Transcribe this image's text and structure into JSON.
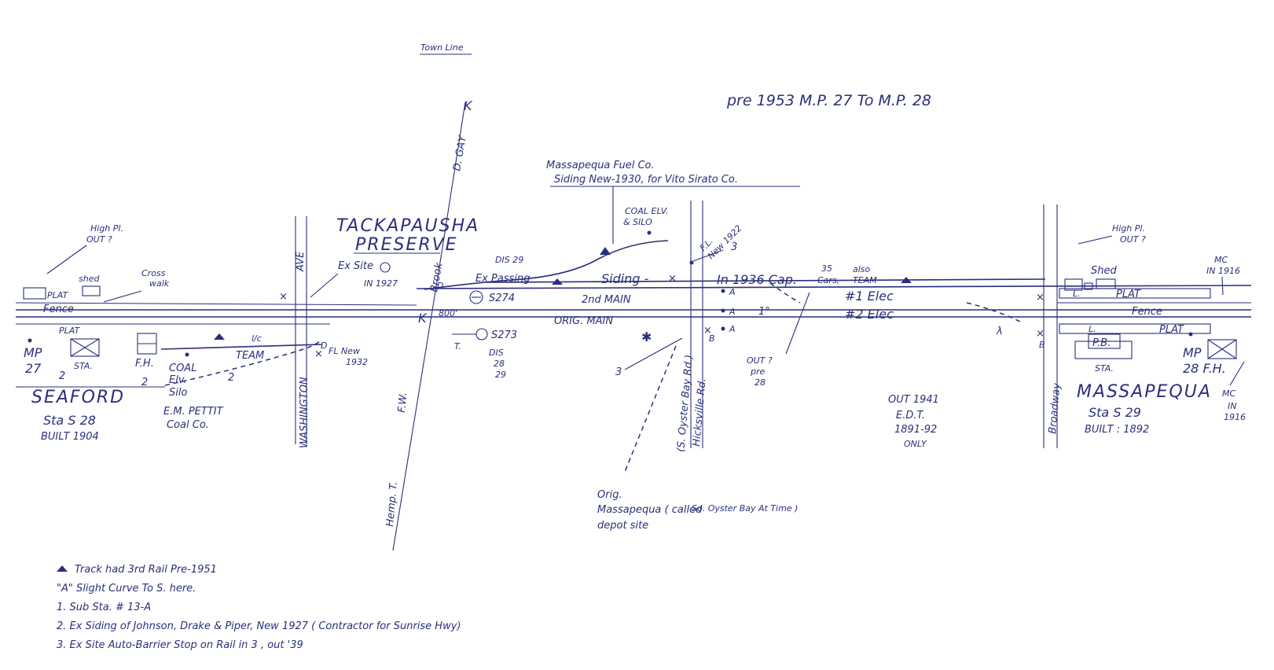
{
  "title": "pre 1953  M.P. 27  To  M.P. 28",
  "town_line": "Town  Line",
  "labels": {
    "k_top": "K",
    "k_track": "K",
    "d_gay": "D. GAY",
    "tackapausha": "TACKAPAUSHA",
    "preserve": "PRESERVE",
    "brook": "Brook",
    "fuel_co_1": "Massapequa Fuel Co.",
    "fuel_co_2": "Siding New-1930, for Vito Sirato Co.",
    "coal_elv_silo_1": "COAL ELV.",
    "coal_elv_silo_2": "& SILO",
    "high_pl_left_1": "High Pl.",
    "high_pl_left_2": "OUT ?",
    "shed_left": "shed",
    "cross_walk_1": "Cross",
    "cross_walk_2": "walk",
    "plat_left_top": "PLAT",
    "fence_left": "Fence",
    "plat_left_bottom": "PLAT",
    "sta_left": "STA.",
    "fh_left": "F.H.",
    "mp27_1": "MP",
    "mp27_2": "27",
    "seaford": "SEAFORD",
    "sta_s28": "Sta S 28",
    "built_1904": "BUILT 1904",
    "coal_elv_left_1": "COAL",
    "coal_elv_left_2": "Elv.",
    "silo_left": "Silo",
    "pettit_1": "E.M. PETTIT",
    "pettit_2": "Coal Co.",
    "team_lc": "l/c",
    "team_left": "TEAM",
    "num2_a": "2",
    "num2_b": "2",
    "num2_c": "2",
    "ex_site_1": "Ex Site",
    "ex_site_in": "IN 1927",
    "ave": "AVE",
    "washington": "WASHINGTON",
    "fl_new_1": "FL New",
    "fl_new_2": "1932",
    "d_small": "D",
    "b_small": "B",
    "ex_passing": "Ex Passing",
    "s274": "S274",
    "dis_29": "DIS 29",
    "ft800": "800'",
    "siding": "Siding -",
    "second_main": "2nd MAIN",
    "orig_main": "ORIG. MAIN",
    "s273": "S273",
    "t_small": "T.",
    "dis_28": "DIS",
    "dis_28b": "28",
    "dis_29b": "29",
    "fw": "F.W.",
    "hemp_t": "Hemp. T.",
    "cap_1986": "In 1936 Cap.",
    "cars_35_1": "35",
    "cars_35_2": "Cars,",
    "also_team_1": "also",
    "also_team_2": "TEAM",
    "elec1": "#1  Elec",
    "elec2": "#2  Elec",
    "fl_new1922_1": "F.L.",
    "fl_new1922_2": "New 1922",
    "num3_top": "3",
    "num3_bottom": "3",
    "a1": "A",
    "a2": "A",
    "a3": "A",
    "one_deg": "1°",
    "oyster_bay": "(S. Oyster Bay Rd.)",
    "hicksville": "Hicksville Rd.",
    "out_pre28_1": "OUT ?",
    "out_pre28_2": "pre",
    "out_pre28_3": "28",
    "out_1941": "OUT 1941",
    "edt": "E.D.T.",
    "edt_years": "1891-92",
    "edt_only": "ONLY",
    "broadway": "Broadway",
    "lambda": "λ",
    "high_pl_right_1": "High Pl.",
    "high_pl_right_2": "OUT ?",
    "shed_right": "Shed",
    "plat_right_top": "PLAT",
    "fence_right": "Fence",
    "pb": "P.B.",
    "plat_right_bottom": "PLAT",
    "sta_right": "STA.",
    "mp28_1": "MP",
    "mp28_2": "28 F.H.",
    "mc_top_1": "MC",
    "mc_top_2": "IN 1916",
    "mc_bot_1": "MC",
    "mc_bot_2": "IN",
    "mc_bot_3": "1916",
    "massapequa": "MASSAPEQUA",
    "sta_s29": "Sta S 29",
    "built_1892": "BUILT : 1892",
    "orig_1": "Orig.",
    "orig_2": "Massapequa ( called",
    "orig_2b": "So. Oyster Bay At Time )",
    "orig_3": "depot site",
    "b_left": "B",
    "x_b_right": "B",
    "l_plat_right": "L.",
    "l_plat_right2": "L."
  },
  "legend": [
    "Track had 3rd Rail Pre-1951",
    "\"A\"  Slight Curve To S. here.",
    "1. Sub Sta. # 13-A",
    "2. Ex Siding of Johnson, Drake & Piper, New 1927 ( Contractor for Sunrise Hwy)",
    "3. Ex Site Auto-Barrier Stop on Rail in 3 , out '39"
  ],
  "colors": {
    "ink": "#2a2f7a",
    "paper": "#ffffff"
  }
}
